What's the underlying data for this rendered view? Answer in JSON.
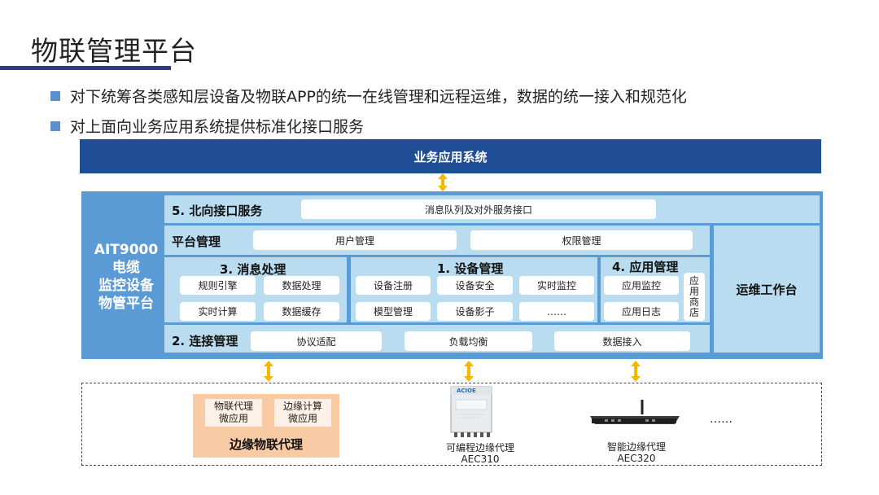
{
  "page": {
    "title": "物联管理平台",
    "bullets": [
      "对下统筹各类感知层设备及物联APP的统一在线管理和远程运维，数据的统一接入和规范化",
      "对上面向业务应用系统提供标准化接口服务"
    ]
  },
  "diagram": {
    "business_system": "业务应用系统",
    "platform_name": "AIT9000 电缆 监控设备 物管平台",
    "platform_lines": [
      "AIT9000",
      "电缆",
      "监控设备",
      "物管平台"
    ],
    "northbound": {
      "title": "5. 北向接口服务",
      "items": [
        "消息队列及对外服务接口"
      ]
    },
    "platform_mgmt": {
      "title": "平台管理",
      "items": [
        "用户管理",
        "权限管理"
      ]
    },
    "message": {
      "title": "3. 消息处理",
      "items": [
        "规则引擎",
        "数据处理",
        "实时计算",
        "数据缓存"
      ]
    },
    "device": {
      "title": "1. 设备管理",
      "items": [
        "设备注册",
        "设备安全",
        "实时监控",
        "模型管理",
        "设备影子",
        "……"
      ]
    },
    "app": {
      "title": "4. 应用管理",
      "items": [
        "应用监控",
        "应用日志"
      ],
      "store": "应用商店",
      "store_chars": [
        "应",
        "用",
        "商",
        "店"
      ]
    },
    "connection": {
      "title": "2. 连接管理",
      "items": [
        "协议适配",
        "负载均衡",
        "数据接入"
      ]
    },
    "ops_workbench": "运维工作台",
    "edge": {
      "box_title": "边缘物联代理",
      "pills": [
        [
          "物联代理",
          "微应用"
        ],
        [
          "边缘计算",
          "微应用"
        ]
      ],
      "device1": {
        "name": "可编程边缘代理",
        "model": "AEC310",
        "brand": "ACIOE"
      },
      "device2": {
        "name": "智能边缘代理",
        "model": "AEC320"
      },
      "more": "……"
    },
    "colors": {
      "header_blue": "#1f4e96",
      "frame_blue": "#5b9bd5",
      "panel_blue": "#b9dcf0",
      "edge_orange": "#f8cba4",
      "arrow_gold": "#f5b800"
    }
  }
}
